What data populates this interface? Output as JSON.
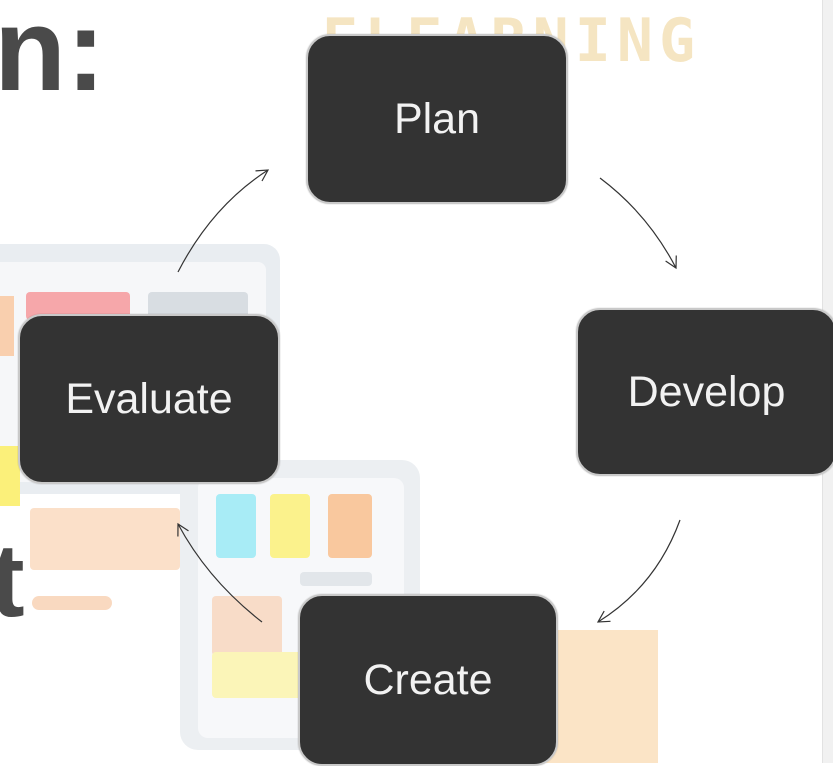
{
  "background": {
    "watermark_text": "ELEARNING",
    "title_fragment_colon": "n:",
    "title_fragment_t": "t"
  },
  "cycle": {
    "nodes": [
      {
        "id": "plan",
        "label": "Plan"
      },
      {
        "id": "develop",
        "label": "Develop"
      },
      {
        "id": "create",
        "label": "Create"
      },
      {
        "id": "evaluate",
        "label": "Evaluate"
      }
    ],
    "order": [
      "plan",
      "develop",
      "create",
      "evaluate",
      "plan"
    ]
  },
  "colors": {
    "node_fill": "#333333",
    "node_border": "#c9c9c9",
    "node_text": "#f2f2f2",
    "arrow": "#333333"
  }
}
